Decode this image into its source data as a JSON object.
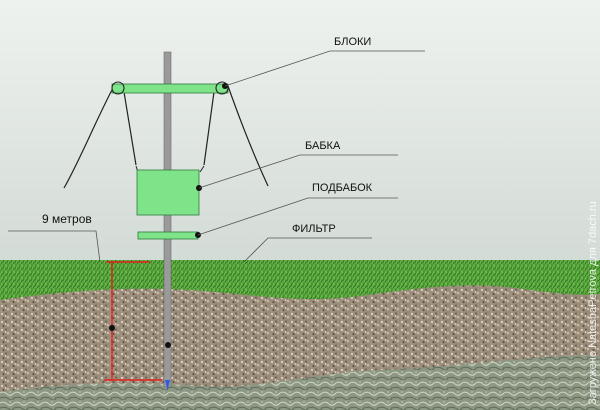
{
  "labels": {
    "blocks": "БЛОКИ",
    "weight": "БАБКА",
    "sub_weight": "ПОДБАБОК",
    "filter": "ФИЛЬТР",
    "depth": "9 метров"
  },
  "watermark": "Загружено NatashaPetrova для 7dach.ru",
  "colors": {
    "sky_top": "#e9eeeb",
    "sky_bottom": "#d6ddd9",
    "grass": "#4f9a38",
    "gravel": "#9c8e7c",
    "rock": "#8e9a86",
    "pipe": "#9a9a9a",
    "block_green": "#7fe38a",
    "measure_red": "#e0201d"
  }
}
